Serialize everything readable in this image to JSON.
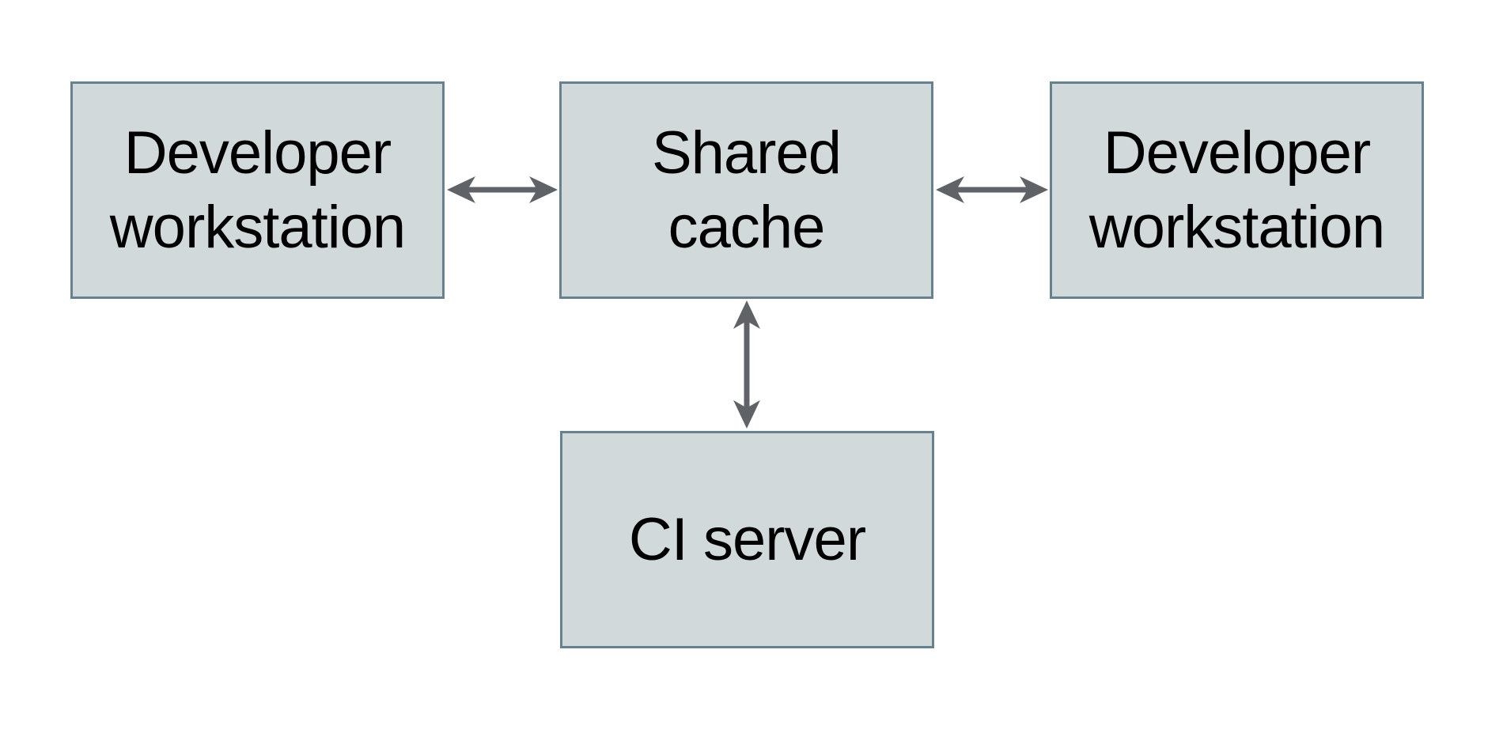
{
  "diagram": {
    "type": "architecture-diagram",
    "nodes": [
      {
        "id": "developer-workstation-left",
        "lines": [
          "Developer",
          "workstation"
        ]
      },
      {
        "id": "shared-cache",
        "lines": [
          "Shared",
          "cache"
        ]
      },
      {
        "id": "developer-workstation-right",
        "lines": [
          "Developer",
          "workstation"
        ]
      },
      {
        "id": "ci-server",
        "lines": [
          "CI server"
        ]
      }
    ],
    "edges": [
      {
        "from": "developer-workstation-left",
        "to": "shared-cache",
        "direction": "bidirectional"
      },
      {
        "from": "shared-cache",
        "to": "developer-workstation-right",
        "direction": "bidirectional"
      },
      {
        "from": "shared-cache",
        "to": "ci-server",
        "direction": "bidirectional"
      }
    ],
    "colors": {
      "background": "#ffffff",
      "node_fill": "#d2d9db",
      "node_border": "#68818f",
      "arrow": "#5f6368",
      "text": "#000000"
    }
  }
}
